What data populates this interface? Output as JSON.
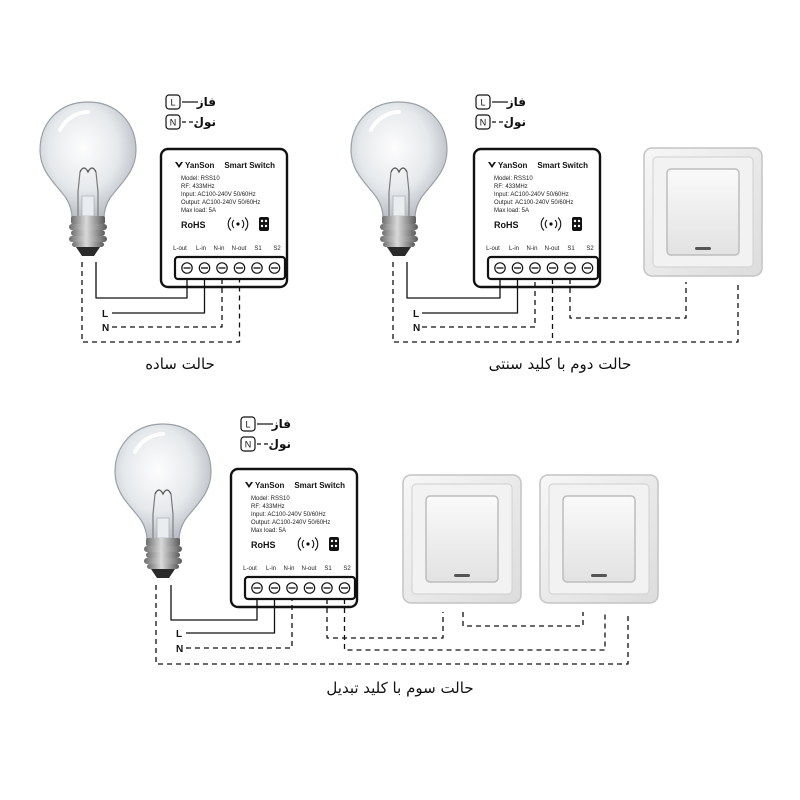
{
  "legend": {
    "phase_letter": "L",
    "phase_label": "فاز",
    "neutral_letter": "N",
    "neutral_label": "نول"
  },
  "module": {
    "brand": "YanSon",
    "title": "Smart Switch",
    "specs": [
      "Model: RSS10",
      "RF: 433MHz",
      "Input: AC100-240V 50/60Hz",
      "Output: AC100-240V 50/60Hz",
      "Max load: 5A"
    ],
    "rohs": "RoHS",
    "terminals": [
      "L-out",
      "L-in",
      "N-in",
      "N-out",
      "S1",
      "S2"
    ]
  },
  "wires": {
    "l_label": "L",
    "n_label": "N"
  },
  "captions": {
    "simple": "حالت ساده",
    "with_switch": "حالت دوم با کلید سنتی",
    "with_two_way": "حالت سوم با کلید تبدیل"
  }
}
